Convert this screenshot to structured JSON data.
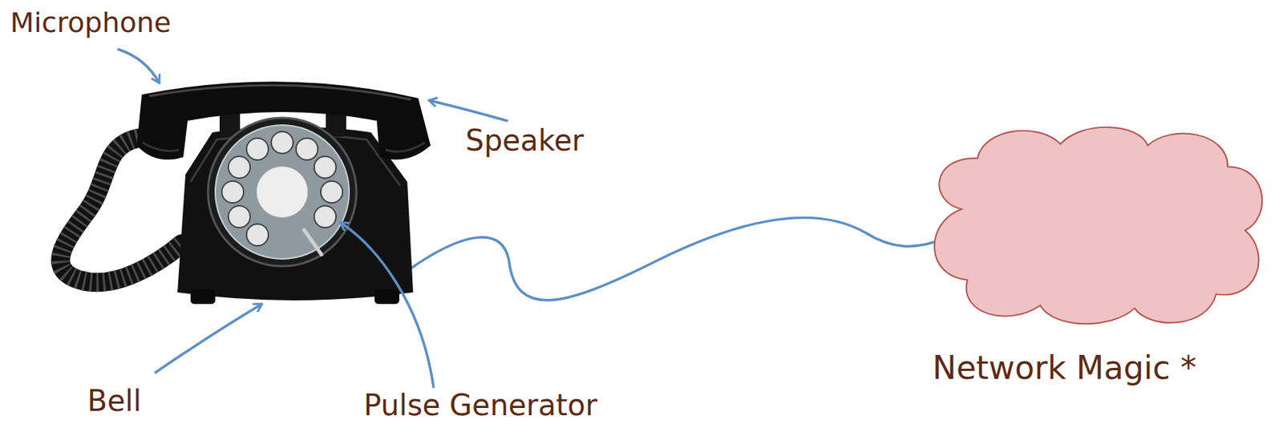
{
  "diagram": {
    "nodes": [
      {
        "text": [
          "Network Magic *"
        ]
      }
    ],
    "labels": [
      "Microphone",
      "Speaker",
      "Bell",
      "Pulse Generator"
    ]
  }
}
